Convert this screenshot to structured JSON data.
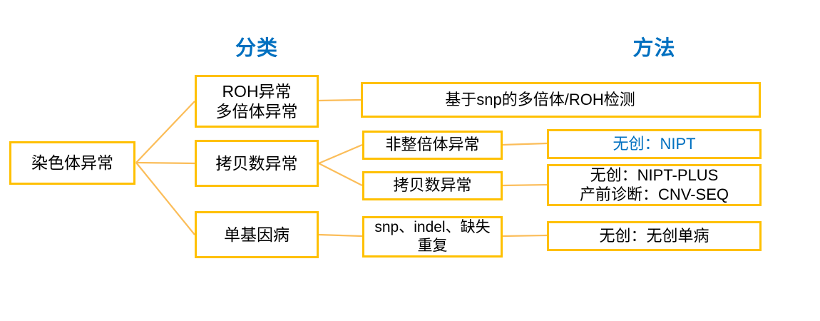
{
  "headers": {
    "classification": "分类",
    "method": "方法"
  },
  "colors": {
    "box_border_gold": "#FFC000",
    "connector_gold": "#FBBD59",
    "header_blue": "#0070C0",
    "nipt_text_blue": "#0070C0",
    "text_black": "#000000"
  },
  "nodes": {
    "root": {
      "label": "染色体异常"
    },
    "roh": {
      "line1": "ROH异常",
      "line2": "多倍体异常"
    },
    "cnv": {
      "label": "拷贝数异常"
    },
    "single_gene": {
      "label": "单基因病"
    },
    "snp_detect": {
      "label": "基于snp的多倍体/ROH检测"
    },
    "aneuploidy": {
      "label": "非整倍体异常"
    },
    "cnv_sub": {
      "label": "拷贝数异常"
    },
    "snp_indel": {
      "line1": "snp、indel、缺失",
      "line2": "重复"
    },
    "nipt": {
      "label": "无创：NIPT"
    },
    "nipt_plus": {
      "line1": "无创：NIPT-PLUS",
      "line2": "产前诊断：CNV-SEQ"
    },
    "single_gene_method": {
      "label": "无创：无创单病"
    }
  }
}
